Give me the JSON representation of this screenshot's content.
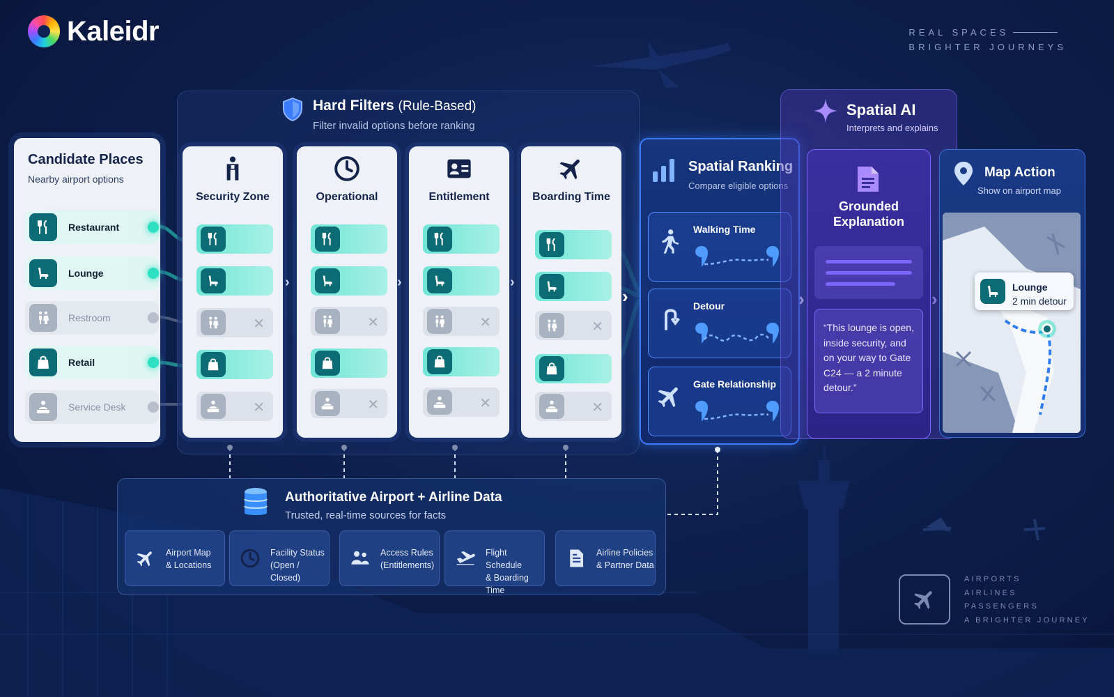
{
  "brand": {
    "name": "Kaleidr"
  },
  "tagline": {
    "line1": "REAL SPACES",
    "line2": "BRIGHTER JOURNEYS"
  },
  "hard_filters": {
    "title": "Hard Filters",
    "title_suffix": "(Rule-Based)",
    "subtitle": "Filter invalid options before ranking"
  },
  "candidates": {
    "title": "Candidate Places",
    "subtitle": "Nearby airport options",
    "items": [
      {
        "label": "Restaurant",
        "icon": "fork-knife-icon",
        "eligible": true
      },
      {
        "label": "Lounge",
        "icon": "lounge-chair-icon",
        "eligible": true
      },
      {
        "label": "Restroom",
        "icon": "restroom-icon",
        "eligible": false
      },
      {
        "label": "Retail",
        "icon": "shopping-bag-icon",
        "eligible": true
      },
      {
        "label": "Service Desk",
        "icon": "service-desk-icon",
        "eligible": false
      }
    ]
  },
  "filters": [
    {
      "label": "Security Zone",
      "icon": "security-person-icon"
    },
    {
      "label": "Operational",
      "icon": "clock-icon"
    },
    {
      "label": "Entitlement",
      "icon": "id-card-icon"
    },
    {
      "label": "Boarding Time",
      "icon": "airplane-icon"
    }
  ],
  "spatial_ranking": {
    "title": "Spatial Ranking",
    "subtitle": "Compare eligible options",
    "criteria": [
      {
        "label": "Walking Time",
        "icon": "walking-person-icon"
      },
      {
        "label": "Detour",
        "icon": "detour-arrow-icon"
      },
      {
        "label": "Gate Relationship",
        "icon": "airplane-icon"
      }
    ]
  },
  "spatial_ai": {
    "title": "Spatial AI",
    "subtitle": "Interprets and explains",
    "explanation": {
      "title_line1": "Grounded",
      "title_line2": "Explanation",
      "quote": "“This lounge is open, inside security, and on your way to Gate C24 — a 2 minute detour.”"
    }
  },
  "map_action": {
    "title": "Map Action",
    "subtitle": "Show on airport map",
    "callout_title": "Lounge",
    "callout_detail": "2 min detour"
  },
  "data_sources": {
    "title": "Authoritative Airport + Airline Data",
    "subtitle": "Trusted, real-time sources for facts",
    "items": [
      {
        "line1": "Airport Map",
        "line2": "& Locations",
        "icon": "airplane-icon"
      },
      {
        "line1": "Facility Status",
        "line2": "(Open / Closed)",
        "icon": "clock-icon"
      },
      {
        "line1": "Access Rules",
        "line2": "(Entitlements)",
        "icon": "people-icon"
      },
      {
        "line1": "Flight Schedule",
        "line2": "& Boarding Time",
        "icon": "plane-takeoff-icon"
      },
      {
        "line1": "Airline Policies",
        "line2": "& Partner Data",
        "icon": "document-icon"
      }
    ]
  },
  "footer": {
    "lines": [
      "AIRPORTS",
      "AIRLINES",
      "PASSENGERS",
      "A BRIGHTER JOURNEY"
    ]
  },
  "colors": {
    "teal": "#0c6b74",
    "glow": "#2de0c2",
    "accent_blue": "#3a7bff",
    "purple": "#7b66ff",
    "background": "#0d1f4d"
  }
}
